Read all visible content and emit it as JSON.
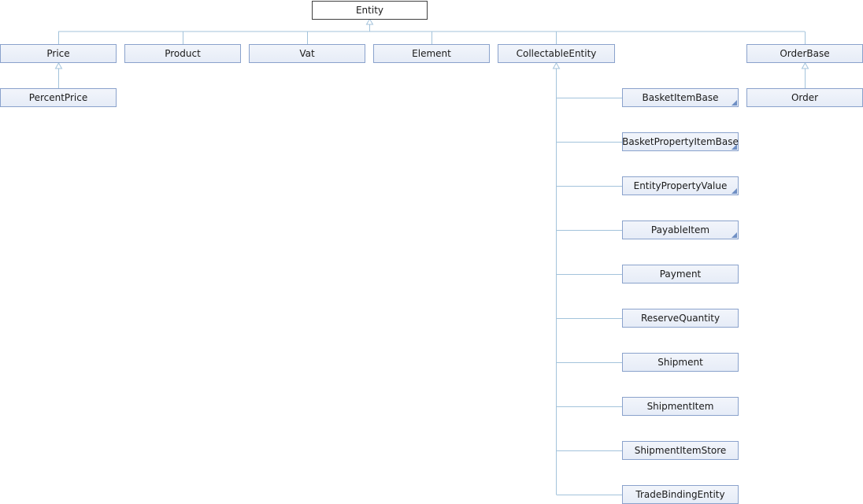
{
  "diagram": {
    "root": "Entity",
    "level1": [
      "Price",
      "Product",
      "Vat",
      "Element",
      "CollectableEntity",
      "OrderBase"
    ],
    "price_children": [
      "PercentPrice"
    ],
    "orderbase_children": [
      "Order"
    ],
    "collectable_children": [
      "BasketItemBase",
      "BasketPropertyItemBase",
      "EntityPropertyValue",
      "PayableItem",
      "Payment",
      "ReserveQuantity",
      "Shipment",
      "ShipmentItem",
      "ShipmentItemStore",
      "TradeBindingEntity"
    ],
    "colors": {
      "connector": "#a3c3db",
      "node_border": "#8aa2cc",
      "root_border": "#404040"
    }
  }
}
